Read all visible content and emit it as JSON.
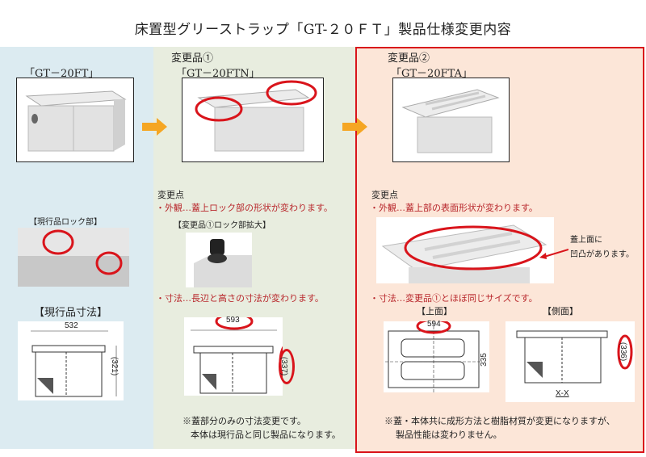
{
  "title": "床置型グリーストラップ「GT-２０ＦＴ」製品仕様変更内容",
  "current": {
    "model": "「GT－20FT」",
    "lock_label": "【現行品ロック部】",
    "dim_label": "【現行品寸法】",
    "dim_width": "532",
    "dim_height": "(321)"
  },
  "change1": {
    "heading": "変更品①",
    "model": "「GT－20FTN」",
    "points_heading": "変更点",
    "point1": "・外観…蓋上ロック部の形状が変わります。",
    "lock_label": "【変更品①ロック部拡大】",
    "point2": "・寸法…長辺と高さの寸法が変わります。",
    "dim_width": "593",
    "dim_height": "(337)",
    "note1": "※蓋部分のみの寸法変更です。",
    "note2": "本体は現行品と同じ製品になります。"
  },
  "change2": {
    "heading": "変更品②",
    "model": "「GT－20FTA」",
    "points_heading": "変更点",
    "point1": "・外観…蓋上部の表面形状が変わります。",
    "annotation1": "蓋上面に",
    "annotation2": "凹凸があります。",
    "point2": "・寸法…変更品①とほぼ同じサイズです。",
    "top_label": "【上面】",
    "side_label": "【側面】",
    "top_width": "594",
    "top_depth": "335",
    "side_height": "(336)",
    "section": "X-X",
    "note1": "※蓋・本体共に成形方法と樹脂材質が変更になりますが、",
    "note2": "製品性能は変わりません。"
  },
  "colors": {
    "accent_red": "#d9141b",
    "text_red": "#b8262b",
    "arrow": "#f5a623"
  }
}
